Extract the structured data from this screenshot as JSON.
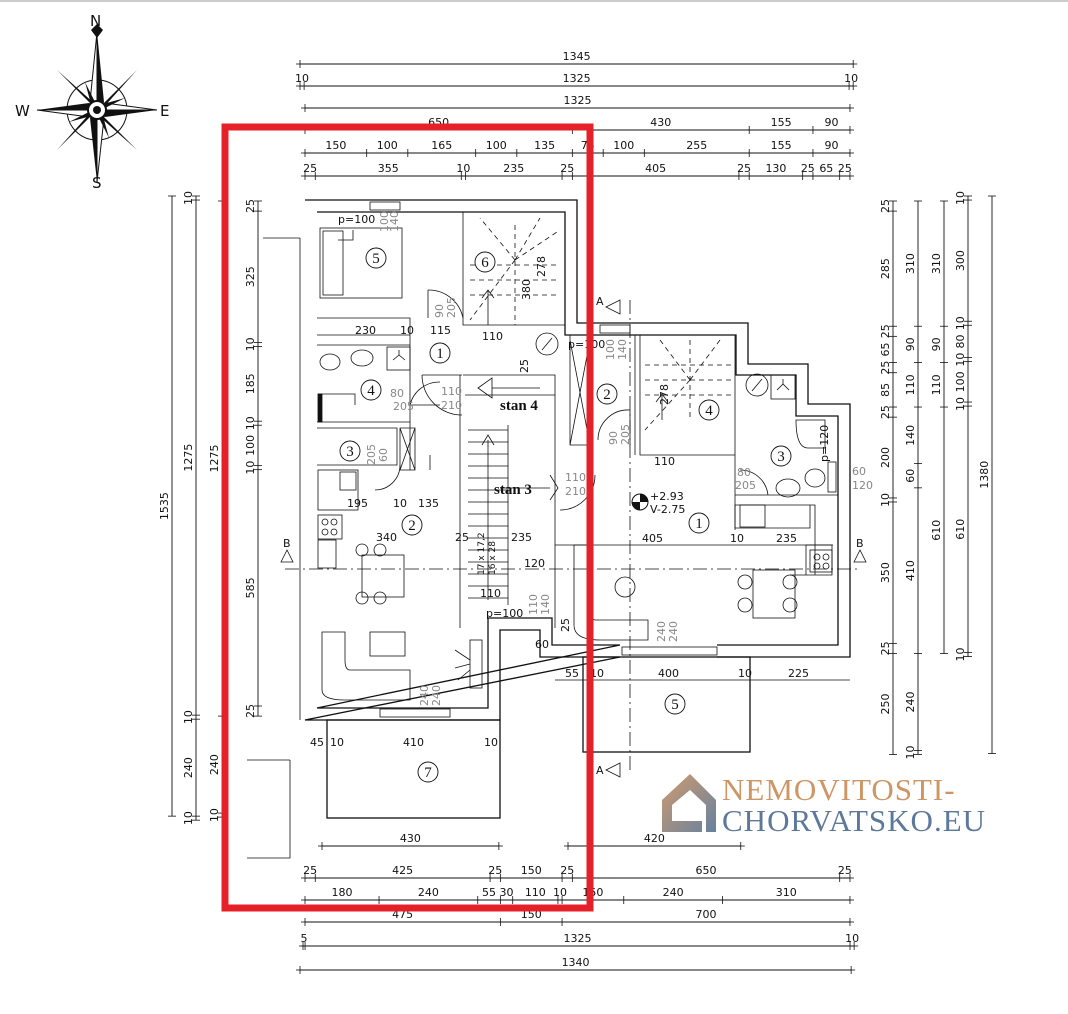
{
  "compass": {
    "n": "N",
    "s": "S",
    "e": "E",
    "w": "W"
  },
  "sections": {
    "a": "A",
    "b": "B"
  },
  "dimensions": {
    "top": [
      [
        1345
      ],
      [
        10,
        1325,
        10
      ],
      [
        1325
      ],
      [
        650,
        430,
        155,
        90
      ],
      [
        150,
        100,
        165,
        100,
        135,
        75,
        100,
        255,
        155,
        90
      ],
      [
        25,
        355,
        10,
        235,
        25,
        405,
        25,
        130,
        25,
        65,
        25
      ]
    ],
    "bottom": [
      [
        430
      ],
      [
        420
      ],
      [
        25,
        425,
        25,
        150,
        25,
        650,
        25
      ],
      [
        180,
        240,
        55,
        30,
        110,
        10,
        150,
        240,
        310
      ],
      [
        475,
        150,
        700
      ],
      [
        5,
        1325,
        10
      ],
      [
        1340
      ]
    ],
    "left": [
      [
        1535
      ],
      [
        10,
        1275,
        10,
        240,
        10
      ],
      [
        1275,
        240,
        10
      ],
      [
        25,
        325,
        10,
        185,
        10,
        100,
        10,
        585,
        25
      ]
    ],
    "right": [
      [
        25,
        285,
        25,
        65,
        25,
        85,
        25,
        200,
        10,
        350,
        25,
        250
      ],
      [
        310,
        90,
        110,
        140,
        60,
        410,
        240,
        10
      ],
      [
        310,
        90,
        110,
        610
      ],
      [
        10,
        300,
        10,
        80,
        10,
        100,
        10,
        610,
        10
      ],
      [
        1380
      ]
    ]
  },
  "units": {
    "left": {
      "label": "stan 4",
      "rooms": [
        "1",
        "2",
        "3",
        "4",
        "5",
        "6",
        "7"
      ]
    },
    "right": {
      "label": "stan 3",
      "rooms": [
        "1",
        "2",
        "3",
        "4",
        "5"
      ]
    }
  },
  "level": {
    "top": "+2.93",
    "bottom": "V-2.75"
  },
  "labels": {
    "l_p100": "p=100",
    "l_win1a": "100",
    "l_win1b": "140",
    "l_door1a": "90",
    "l_door1b": "205",
    "l_230": "230",
    "l_10a": "10",
    "l_115": "115",
    "l_110a": "110",
    "l_278": "278",
    "l_380": "380",
    "l_25a": "25",
    "l_d4a": "80",
    "l_d4b": "205",
    "l_d5a": "110",
    "l_d5b": "210",
    "l_d3a": "205",
    "l_d3b": "60",
    "l_195": "195",
    "l_10b": "10",
    "l_135": "135",
    "l_340": "340",
    "l_25b": "25",
    "l_235": "235",
    "l_120": "120",
    "l_110b": "110",
    "l_p100b": "p=100",
    "l_w2a": "110",
    "l_w2b": "140",
    "l_60": "60",
    "l_25c": "25",
    "l_w3a": "240",
    "l_w3b": "240",
    "l_45": "45",
    "l_10c": "10",
    "l_410": "410",
    "l_10d": "10",
    "l_stair1": "17 x 17,2",
    "l_stair2": "16 x 28",
    "r_p100": "p=100",
    "r_w1a": "100",
    "r_w1b": "140",
    "r_d1a": "90",
    "r_d1b": "205",
    "r_d2a": "110",
    "r_d2b": "210",
    "r_110": "110",
    "r_278": "278",
    "r_d3a": "80",
    "r_d3b": "205",
    "r_p120": "p=120",
    "r_w2a": "60",
    "r_w2b": "120",
    "r_405": "405",
    "r_10": "10",
    "r_235": "235",
    "r_w3a": "240",
    "r_w3b": "240",
    "r_55": "55",
    "r_10b": "10",
    "r_400": "400",
    "r_10c": "10",
    "r_225": "225"
  },
  "watermark": {
    "line1": "NEMOVITOSTI-",
    "line2": "CHORVATSKO.EU"
  },
  "colors": {
    "highlight": "#e52029",
    "brand_orange": "#c98a55",
    "brand_blue": "#4b6b8e"
  }
}
